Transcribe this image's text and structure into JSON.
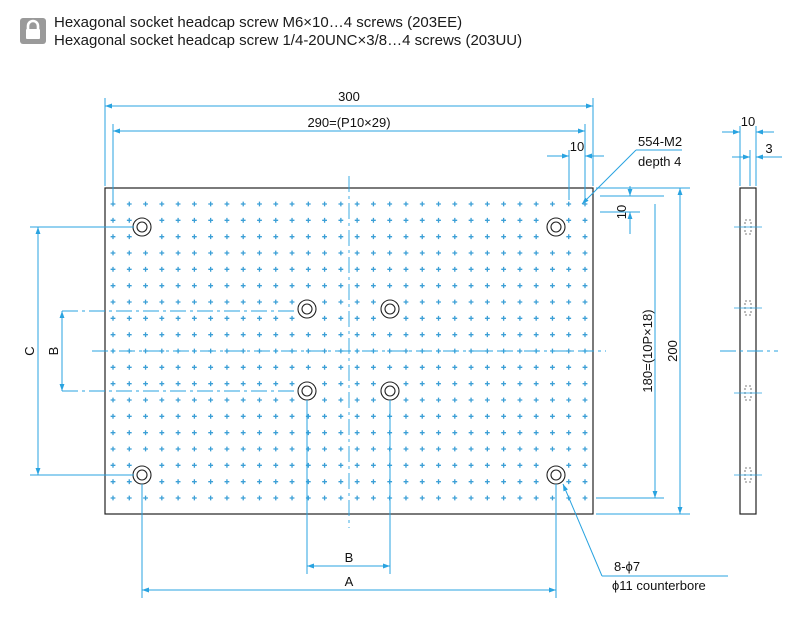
{
  "header": {
    "icon": "lock-icon",
    "line1": "Hexagonal socket headcap screw M6×10…4 screws (203EE)",
    "line2": "Hexagonal socket headcap screw 1/4-20UNC×3/8…4 screws (203UU)"
  },
  "dimensions": {
    "width": "300",
    "pitch_width": "290=(P10×29)",
    "edge_top": "10",
    "edge_right": "10",
    "height": "200",
    "pitch_height": "180=(10P×18)",
    "side_thickness": "10",
    "side_depth": "3",
    "label_a": "A",
    "label_b_horizontal": "B",
    "label_b_vertical": "B",
    "label_c": "C"
  },
  "notes": {
    "tap_count": "554-M2",
    "tap_depth": "depth 4",
    "hole_spec": "8-ϕ7",
    "counterbore": "ϕ11 counterbore"
  },
  "colors": {
    "dimension": "#29a3e0",
    "plate_outline": "#222222",
    "tap_hole": "#3b9fd6",
    "icon_bg": "#9a9a9a"
  }
}
